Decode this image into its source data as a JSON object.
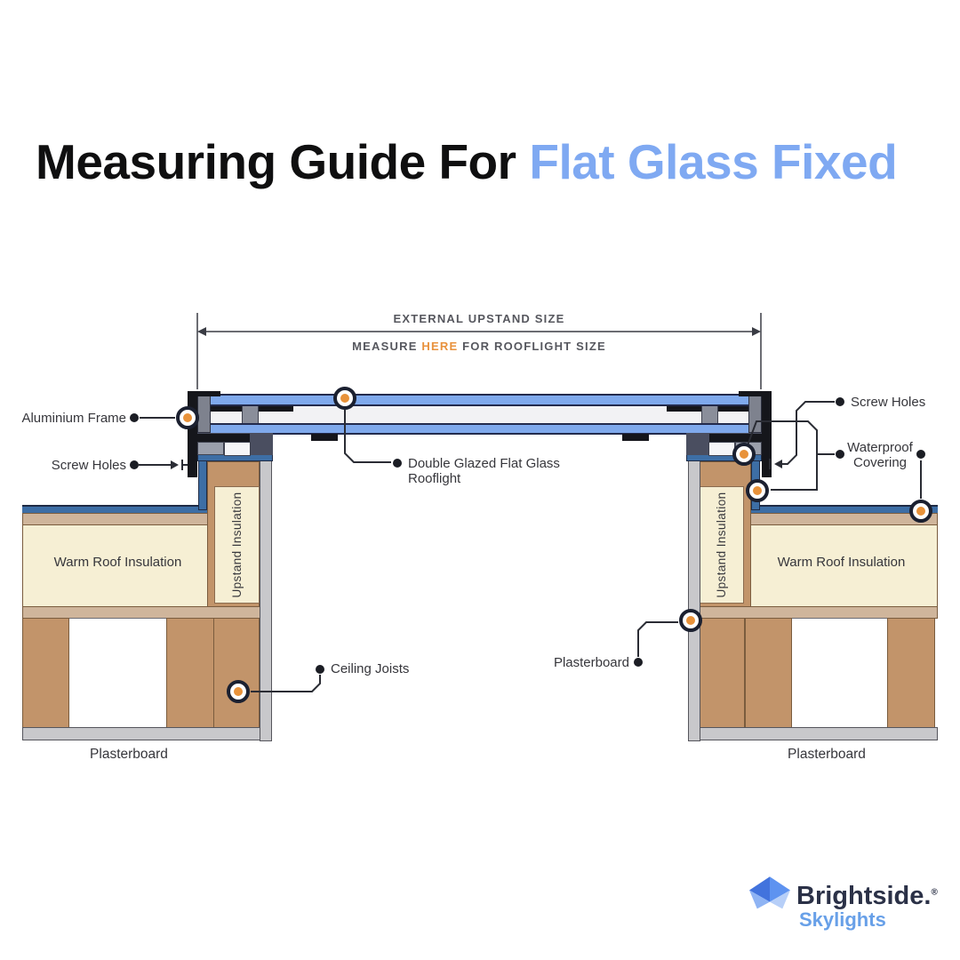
{
  "title": {
    "prefix": "Measuring Guide For",
    "highlight": "Flat Glass Fixed"
  },
  "dimension": {
    "external_label": "EXTERNAL UPSTAND SIZE",
    "measure_prefix": "MEASURE",
    "measure_highlight": "HERE",
    "measure_suffix": "FOR ROOFLIGHT SIZE"
  },
  "callouts": {
    "aluminium_frame": "Aluminium Frame",
    "screw_holes_left": "Screw Holes",
    "screw_holes_right": "Screw Holes",
    "double_glazed_line1": "Double Glazed Flat Glass",
    "double_glazed_line2": "Rooflight",
    "waterproof_line1": "Waterproof",
    "waterproof_line2": "Covering",
    "ceiling_joists": "Ceiling Joists",
    "plasterboard_callout": "Plasterboard"
  },
  "layers": {
    "warm_roof_insulation_left": "Warm Roof Insulation",
    "warm_roof_insulation_right": "Warm Roof Insulation",
    "upstand_insulation_left": "Upstand Insulation",
    "upstand_insulation_right": "Upstand Insulation",
    "plasterboard_bottom_left": "Plasterboard",
    "plasterboard_bottom_right": "Plasterboard"
  },
  "logo": {
    "brand": "Brightside.",
    "reg": "®",
    "subtitle": "Skylights"
  },
  "colors": {
    "accent_orange": "#E8923A",
    "measure_here_orange": "#E8913C",
    "title_blue": "#7FA9F2",
    "glass_blue": "#7FA9EC",
    "covering_blue": "#3D6EA5",
    "insulation_cream": "#F6EFD4",
    "wood_brown": "#C2946A",
    "deck_tan": "#CFB59B",
    "plasterboard_gray": "#C8C8CB",
    "frame_slate": "#4A4E60"
  }
}
